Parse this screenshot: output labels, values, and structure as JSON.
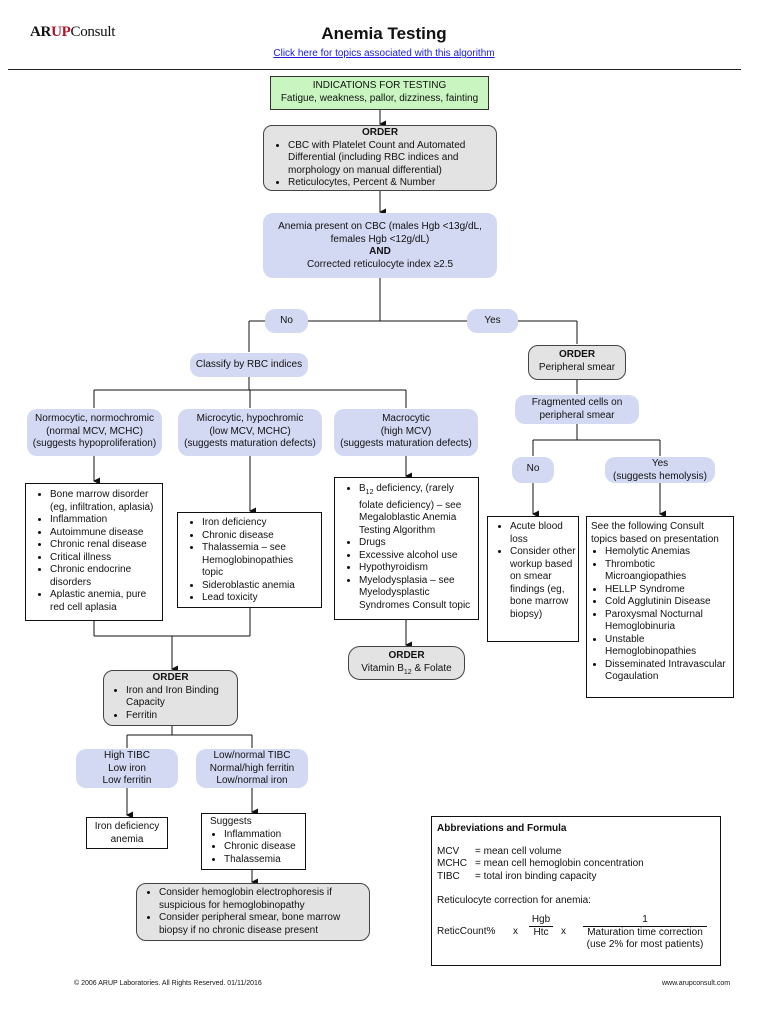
{
  "header": {
    "logo_a": "AR",
    "logo_up": "UP",
    "logo_consult": "Consult",
    "title": "Anemia Testing",
    "link_text": "Click here for topics associated with this algorithm"
  },
  "indications": {
    "heading": "INDICATIONS FOR TESTING",
    "text": "Fatigue, weakness, pallor, dizziness, fainting"
  },
  "order_cbc": {
    "heading": "ORDER",
    "items": [
      "CBC with Platelet Count and Automated Differential (including RBC indices and morphology on manual differential)",
      "Reticulocytes, Percent & Number"
    ]
  },
  "anemia_present": {
    "line1": "Anemia present on CBC (males Hgb <13g/dL, females Hgb <12g/dL)",
    "and": "AND",
    "line2": "Corrected reticulocyte index ≥2.5"
  },
  "branch_no": "No",
  "branch_yes": "Yes",
  "classify": "Classify by RBC indices",
  "normocytic": {
    "l1": "Normocytic, normochromic",
    "l2": "(normal MCV, MCHC)",
    "l3": "(suggests hypoproliferation)",
    "items": [
      "Bone marrow disorder (eg, infiltration, aplasia)",
      "Inflammation",
      "Autoimmune disease",
      "Chronic renal disease",
      "Critical illness",
      "Chronic endocrine disorders",
      "Aplastic anemia, pure red cell aplasia"
    ]
  },
  "microcytic": {
    "l1": "Microcytic, hypochromic",
    "l2": "(low MCV, MCHC)",
    "l3": "(suggests maturation defects)",
    "items": [
      "Iron deficiency",
      "Chronic disease",
      "Thalassemia – see Hemoglobinopathies topic",
      "Sideroblastic anemia",
      "Lead toxicity"
    ]
  },
  "macrocytic": {
    "l1": "Macrocytic",
    "l2": "(high MCV)",
    "l3": "(suggests maturation defects)",
    "b12_prefix": "B",
    "b12_sub": "12",
    "b12_rest": " deficiency, (rarely folate deficiency) – see Megaloblastic Anemia Testing Algorithm",
    "items": [
      "Drugs",
      "Excessive alcohol use",
      "Hypothyroidism",
      "Myelodysplasia – see Myelodysplastic Syndromes Consult topic"
    ]
  },
  "order_b12": {
    "heading": "ORDER",
    "prefix": "Vitamin B",
    "sub": "12",
    "suffix": " & Folate"
  },
  "order_smear": {
    "heading": "ORDER",
    "text": "Peripheral smear"
  },
  "fragmented": "Fragmented cells on peripheral smear",
  "frag_no": "No",
  "frag_yes_l1": "Yes",
  "frag_yes_l2": "(suggests hemolysis)",
  "no_hemolysis_items": [
    "Acute blood loss",
    "Consider other workup based on smear findings (eg, bone marrow biopsy)"
  ],
  "hemolysis": {
    "intro": "See the following Consult topics based on presentation",
    "items": [
      "Hemolytic Anemias",
      "Thrombotic Microangiopathies",
      "HELLP Syndrome",
      "Cold Agglutinin Disease",
      "Paroxysmal Nocturnal Hemoglobinuria",
      "Unstable Hemoglobinopathies",
      "Disseminated Intravascular Cogaulation"
    ]
  },
  "order_iron": {
    "heading": "ORDER",
    "items": [
      "Iron and Iron Binding Capacity",
      "Ferritin"
    ]
  },
  "high_tibc": {
    "l1": "High TIBC",
    "l2": "Low iron",
    "l3": "Low ferritin"
  },
  "low_tibc": {
    "l1": "Low/normal TIBC",
    "l2": "Normal/high ferritin",
    "l3": "Low/normal iron"
  },
  "iron_def": "Iron deficiency anemia",
  "suggests": {
    "intro": "Suggests",
    "items": [
      "Inflammation",
      "Chronic disease",
      "Thalassemia"
    ]
  },
  "consider": {
    "items": [
      "Consider hemoglobin electrophoresis if suspicious for hemoglobinopathy",
      "Consider peripheral smear, bone marrow biopsy if no chronic disease present"
    ]
  },
  "abbrev": {
    "title": "Abbreviations and Formula",
    "mcv_k": "MCV",
    "mcv_v": "=  mean cell volume",
    "mchc_k": "MCHC",
    "mchc_v": "=  mean cell hemoglobin concentration",
    "tibc_k": "TIBC",
    "tibc_v": "=  total iron binding capacity",
    "retic_title": "Reticulocyte correction for anemia:",
    "formula_lhs": "ReticCount%",
    "x1": "x",
    "hgb": "Hgb",
    "htc": "Htc",
    "x2": "x",
    "one": "1",
    "mat": "Maturation time correction",
    "use": "(use 2% for most patients)"
  },
  "footer": {
    "copyright": "© 2006 ARUP Laboratories. All Rights Reserved. 01/11/2016",
    "url": "www.arupconsult.com"
  },
  "colors": {
    "green_box": "#c9f5c1",
    "gray_box": "#e3e3e3",
    "lavender_box": "#d4d9f3",
    "link": "#1a1adb",
    "logo_red": "#b0142b"
  }
}
